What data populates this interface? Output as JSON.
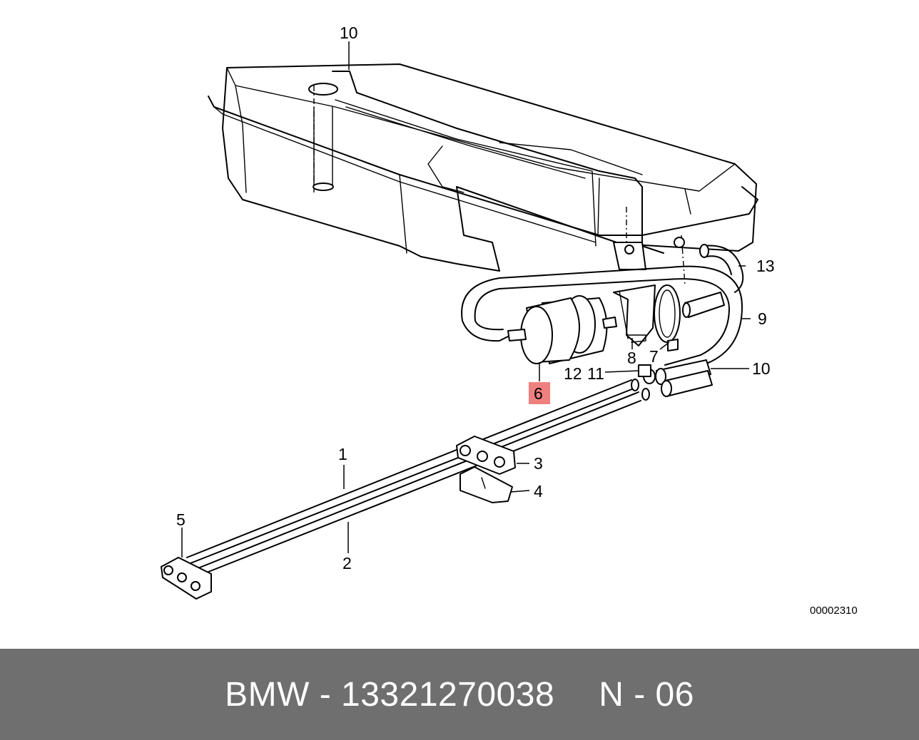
{
  "colors": {
    "footer_bg": "#6f6f6f",
    "footer_text": "#ffffff",
    "highlight": "#f08080"
  },
  "diagram": {
    "callouts": {
      "c1": "1",
      "c2": "2",
      "c3": "3",
      "c4": "4",
      "c5": "5",
      "c6": "6",
      "c7": "7",
      "c8": "8",
      "c9": "9",
      "c10_top": "10",
      "c10_right": "10",
      "c11": "11",
      "c12": "12",
      "c13": "13"
    },
    "highlighted_callout": "6",
    "reference_number": "00002310"
  },
  "footer": {
    "part_info": "BMW - 13321270038",
    "position_info": "N - 06"
  }
}
